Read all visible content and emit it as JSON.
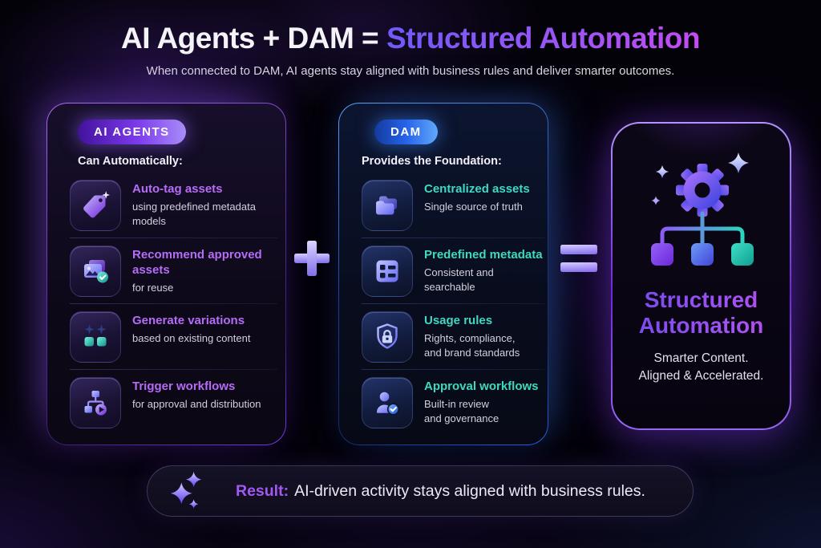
{
  "header": {
    "title_plain": "AI Agents + DAM = ",
    "title_accent": "Structured Automation",
    "subtitle": "When connected to DAM, AI agents stay aligned with business rules and deliver smarter outcomes."
  },
  "agents_card": {
    "badge": "AI AGENTS",
    "intro": "Can Automatically:",
    "items": [
      {
        "icon": "tag-icon",
        "title": "Auto-tag assets",
        "description": "using predefined metadata\nmodels"
      },
      {
        "icon": "images-check-icon",
        "title": "Recommend approved assets",
        "description": "for reuse"
      },
      {
        "icon": "sparkle-squares-icon",
        "title": "Generate variations",
        "description": "based on existing content"
      },
      {
        "icon": "workflow-play-icon",
        "title": "Trigger workflows",
        "description": "for approval and distribution"
      }
    ]
  },
  "dam_card": {
    "badge": "DAM",
    "intro": "Provides the Foundation:",
    "items": [
      {
        "icon": "folders-icon",
        "title": "Centralized assets",
        "description": "Single source of truth"
      },
      {
        "icon": "metadata-grid-icon",
        "title": "Predefined metadata",
        "description": "Consistent and searchable"
      },
      {
        "icon": "shield-lock-icon",
        "title": "Usage rules",
        "description": "Rights, compliance,\nand brand standards"
      },
      {
        "icon": "user-check-icon",
        "title": "Approval workflows",
        "description": "Built-in review\nand governance"
      }
    ]
  },
  "operators": {
    "plus": "+",
    "equals": "="
  },
  "result_card": {
    "icon": "gear-hierarchy-icon",
    "title_line1": "Structured",
    "title_line2": "Automation",
    "subtitle_line1": "Smarter Content.",
    "subtitle_line2": "Aligned & Accelerated."
  },
  "result_bar": {
    "icon": "sparkles-icon",
    "label": "Result:",
    "text": "AI-driven activity stays aligned with business rules."
  },
  "colors": {
    "accent_purple": "#a855f7",
    "accent_teal": "#3fd9c1",
    "title_gradient_start": "#6e5bf7",
    "title_gradient_end": "#c44cf0",
    "agents_badge_gradient": "#7c3aed",
    "dam_badge_gradient": "#2563eb",
    "background": "#040209"
  }
}
